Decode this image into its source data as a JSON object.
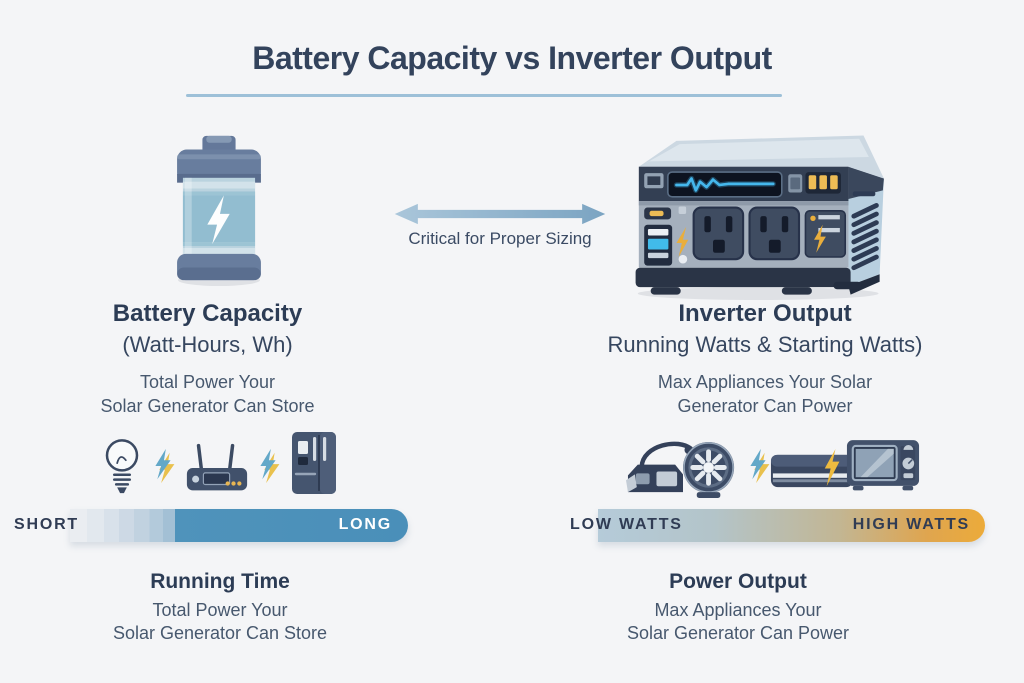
{
  "title": "Battery Capacity vs Inverter Output",
  "center_arrow": {
    "label": "Critical for Proper Sizing",
    "icon": "double-headed-arrow-icon"
  },
  "left": {
    "heading": "Battery Capacity",
    "subheading": "(Watt-Hours, Wh)",
    "desc1": "Total Power Your",
    "desc2": "Solar Generator Can Store",
    "illustration": "battery-icon",
    "icons": [
      "lightbulb-icon",
      "bolt-icon",
      "wifi-router-icon",
      "bolt-icon",
      "refrigerator-icon"
    ],
    "bar": {
      "start_label": "SHORT",
      "end_label": "LONG",
      "start_color": "#eaedf1",
      "end_color": "#4a8fb9",
      "style": "stepped-gradient"
    },
    "footer": {
      "heading": "Running Time",
      "line1": "Total Power Your",
      "line2": "Solar Generator Can Store"
    }
  },
  "right": {
    "heading": "Inverter Output",
    "subheading": "Running Watts & Starting Watts)",
    "desc1": "Max Appliances Your Solar",
    "desc2": "Generator Can Power",
    "illustration": "portable-power-station-icon",
    "icons": [
      "power-tool-and-fan-icon",
      "bolt-icon",
      "air-conditioner-icon",
      "microwave-icon"
    ],
    "bar": {
      "start_label": "LOW WATTS",
      "end_label": "HIGH WATTS",
      "start_color": "#b5cbd9",
      "end_color": "#ecab3a",
      "style": "smooth-gradient"
    },
    "footer": {
      "heading": "Power Output",
      "line1": "Max Appliances Your",
      "line2": "Solar Generator Can Power"
    }
  },
  "colors": {
    "background": "#f4f5f7",
    "heading_text": "#2c3c55",
    "body_text": "#47586e",
    "title_text": "#33435c",
    "title_underline": "#9dc0d8",
    "arrow_fill": "#8fb3cc",
    "icon_slate": "#3c4b63",
    "accent_amber": "#e9b04a",
    "accent_cyan": "#41bbea"
  }
}
